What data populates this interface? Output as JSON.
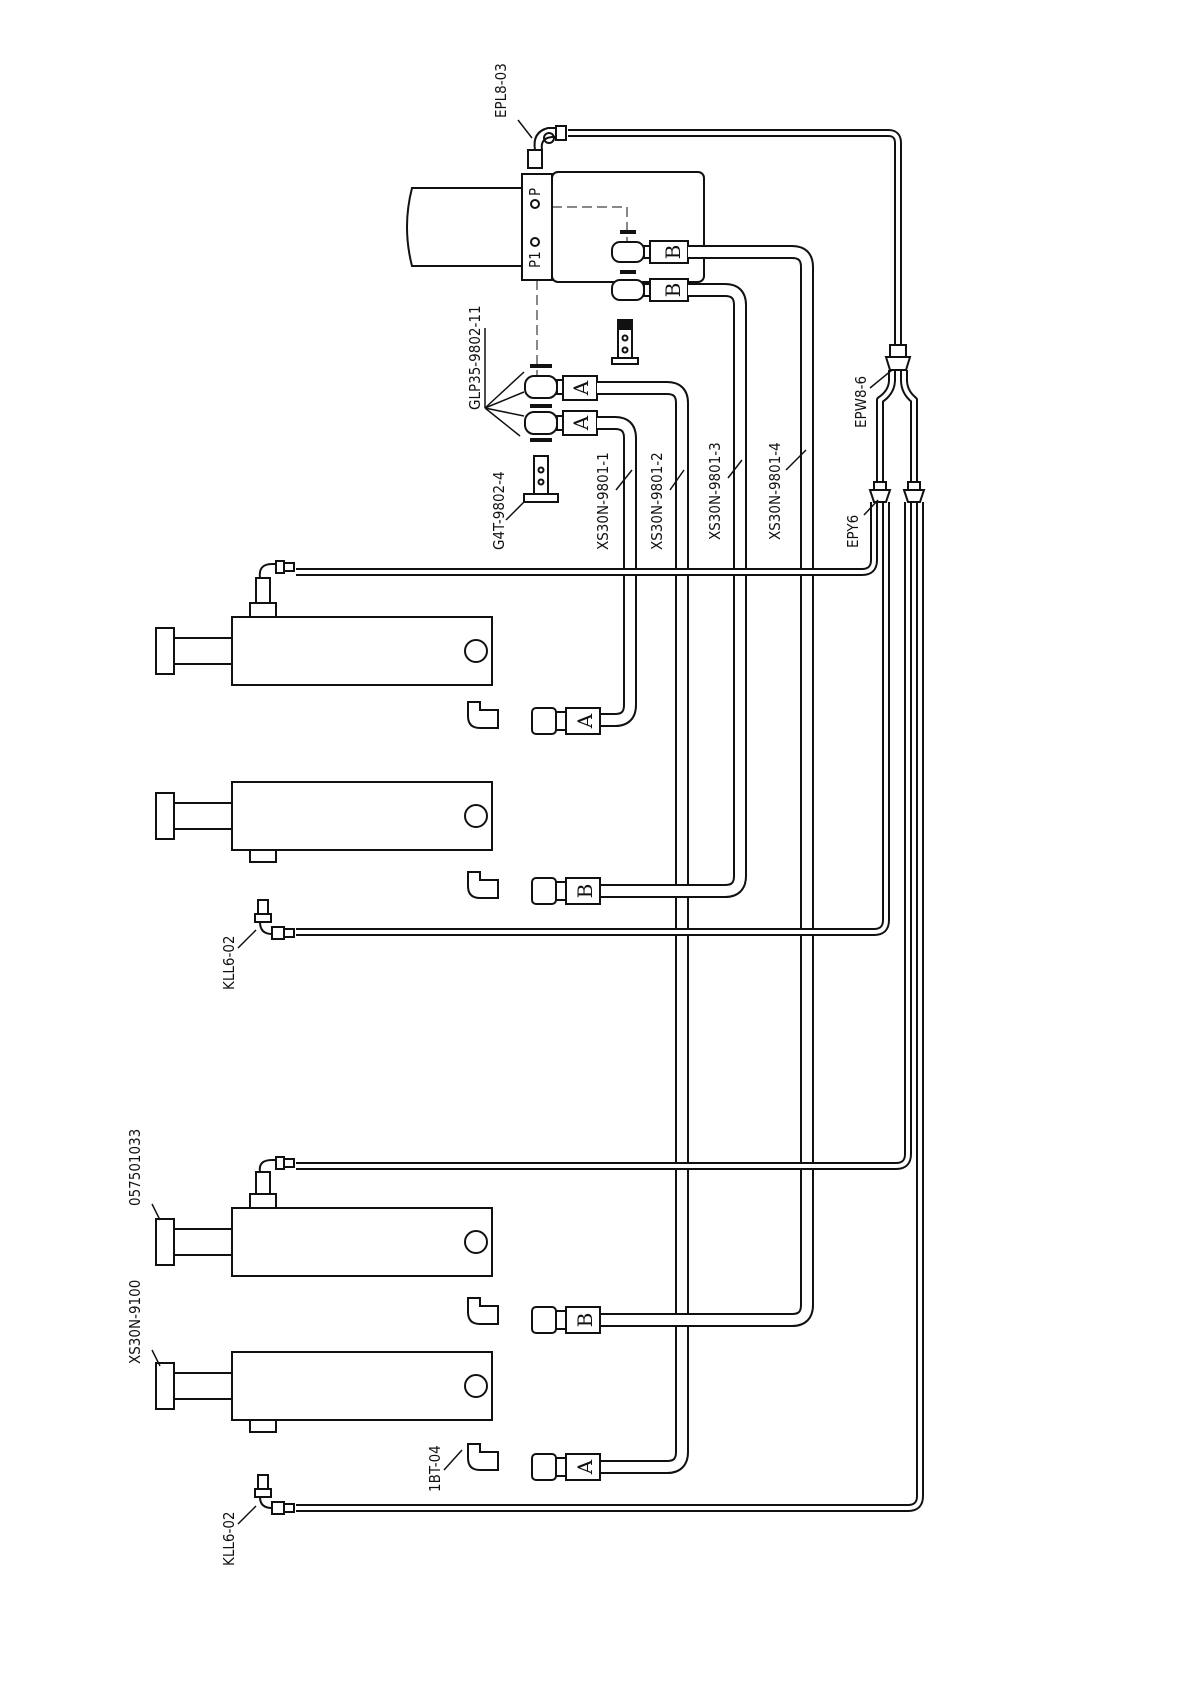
{
  "labels": {
    "epl": "EPL8-03",
    "glp": "GLP35-9802-11",
    "g4t": "G4T-9802-4",
    "xs1": "XS30N-9801-1",
    "xs2": "XS30N-9801-2",
    "xs3": "XS30N-9801-3",
    "xs4": "XS30N-9801-4",
    "epw": "EPW8-6",
    "epy": "EPY6",
    "kll_a": "KLL6-02",
    "kll_b": "KLL6-02",
    "part057": "057501033",
    "xs9100": "XS30N-9100",
    "bt": "1BT-04"
  },
  "ports": {
    "p": "P",
    "p1": "P1",
    "a": "A",
    "b": "B"
  }
}
